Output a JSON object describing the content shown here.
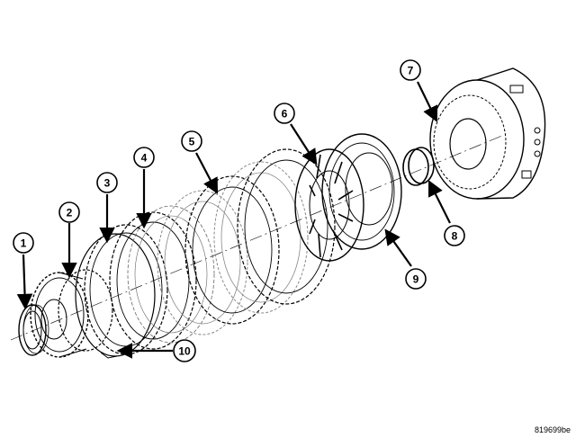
{
  "callouts": [
    {
      "id": "1",
      "label": "1"
    },
    {
      "id": "2",
      "label": "2"
    },
    {
      "id": "3",
      "label": "3"
    },
    {
      "id": "4",
      "label": "4"
    },
    {
      "id": "5",
      "label": "5"
    },
    {
      "id": "6",
      "label": "6"
    },
    {
      "id": "7",
      "label": "7"
    },
    {
      "id": "8",
      "label": "8"
    },
    {
      "id": "9",
      "label": "9"
    },
    {
      "id": "10",
      "label": "10"
    }
  ],
  "figure_code": "819699be",
  "colors": {
    "line": "#000000",
    "background": "#ffffff",
    "gray": "#777777"
  }
}
